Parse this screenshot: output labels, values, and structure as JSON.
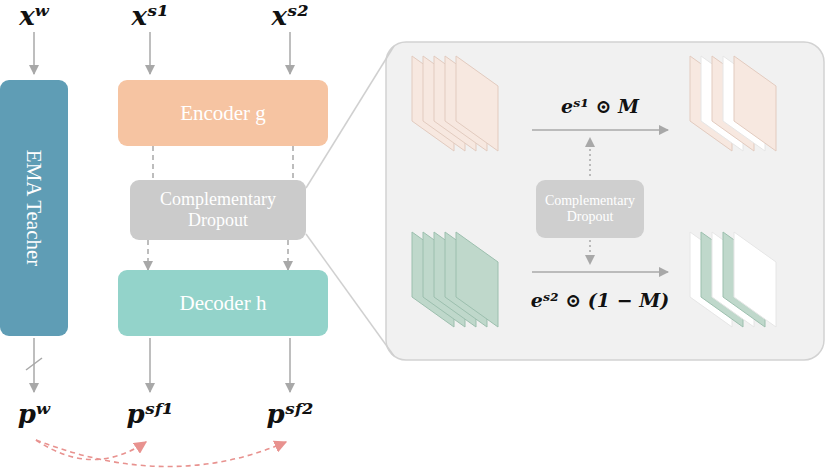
{
  "diagram": {
    "nodes": [
      {
        "text": [
          "EMA Teacher"
        ]
      },
      {
        "text": [
          "Encoder g"
        ]
      },
      {
        "text": [
          "Complementary Dropout"
        ]
      },
      {
        "text": [
          "Decoder h"
        ]
      },
      {
        "text": [
          "Complementary Dropout"
        ]
      }
    ],
    "edges": [
      {
        "from": 1,
        "to": 2,
        "arrow": "none"
      },
      {
        "from": 1,
        "to": 2,
        "arrow": "none"
      },
      {
        "from": 2,
        "to": 3,
        "arrow": "to"
      },
      {
        "from": 2,
        "to": 3,
        "arrow": "to"
      }
    ],
    "labels": [
      "xʷ",
      "xˢ¹",
      "xˢ²",
      "pʷ",
      "pˢᶠ¹",
      "pˢᶠ²",
      "eˢ¹ ⊙ M",
      "eˢ² ⊙ (1 − M)"
    ]
  }
}
